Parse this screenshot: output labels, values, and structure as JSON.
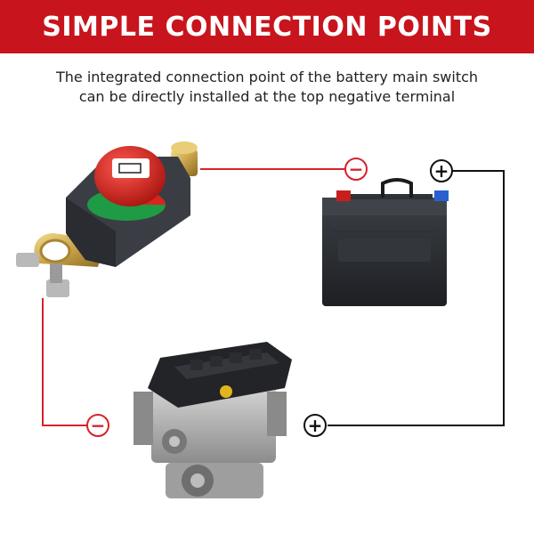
{
  "header": {
    "title": "SIMPLE CONNECTION POINTS"
  },
  "description": {
    "line1": "The integrated connection point of the battery main switch",
    "line2": "can be directly installed at the top negative terminal"
  },
  "colors": {
    "banner": "#c8141c",
    "negative_wire": "#d6222a",
    "positive_wire": "#111111",
    "switch_knob": "#d9231f",
    "switch_base": "#3a3d44",
    "brass": "#c9a24a",
    "battery_body": "#2b2e33"
  },
  "markers": {
    "negative_symbol": "−",
    "positive_symbol": "+"
  },
  "icons": [
    "battery-switch-icon",
    "car-battery-icon",
    "engine-icon",
    "minus-terminal-icon",
    "plus-terminal-icon"
  ]
}
